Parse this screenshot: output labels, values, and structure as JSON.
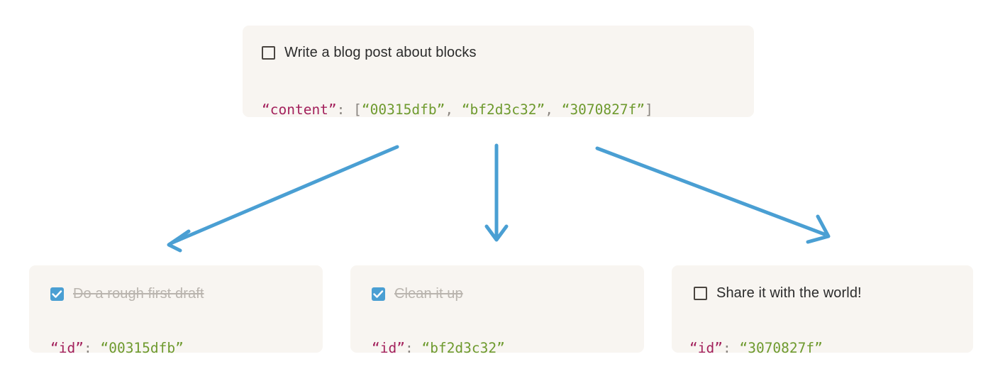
{
  "theme": {
    "page_background": "#ffffff",
    "card_background": "#f8f5f1",
    "checkbox_border": "#4a4540",
    "checkbox_checked_fill": "#4a9fd3",
    "arrow_color": "#4a9fd3",
    "text_color": "#2b2b2b",
    "done_text_color": "#b9b4ae",
    "json_key_color": "#a3215c",
    "json_string_color": "#6e9a2e",
    "json_punct_color": "#8a8580"
  },
  "parent": {
    "checkbox_state": "unchecked",
    "task_label": "Write a blog post about blocks",
    "code": {
      "key": "“content”",
      "colon": ":",
      "open_bracket": "[",
      "values": [
        "“00315dfb”",
        "“bf2d3c32”",
        "“3070827f”"
      ],
      "separator": ", ",
      "close_bracket": "]"
    }
  },
  "children": [
    {
      "checkbox_state": "checked",
      "task_label": "Do a rough first draft",
      "completed": true,
      "code": {
        "key": "“id”",
        "colon": ":",
        "value": "“00315dfb”"
      }
    },
    {
      "checkbox_state": "checked",
      "task_label": "Clean it up",
      "completed": true,
      "code": {
        "key": "“id”",
        "colon": ":",
        "value": "“bf2d3c32”"
      }
    },
    {
      "checkbox_state": "unchecked",
      "task_label": "Share it with the world!",
      "completed": false,
      "code": {
        "key": "“id”",
        "colon": ":",
        "value": "“3070827f”"
      }
    }
  ],
  "arrows": [
    {
      "name": "arrow-to-child-1",
      "direction": "down-left"
    },
    {
      "name": "arrow-to-child-2",
      "direction": "down"
    },
    {
      "name": "arrow-to-child-3",
      "direction": "down-right"
    }
  ]
}
